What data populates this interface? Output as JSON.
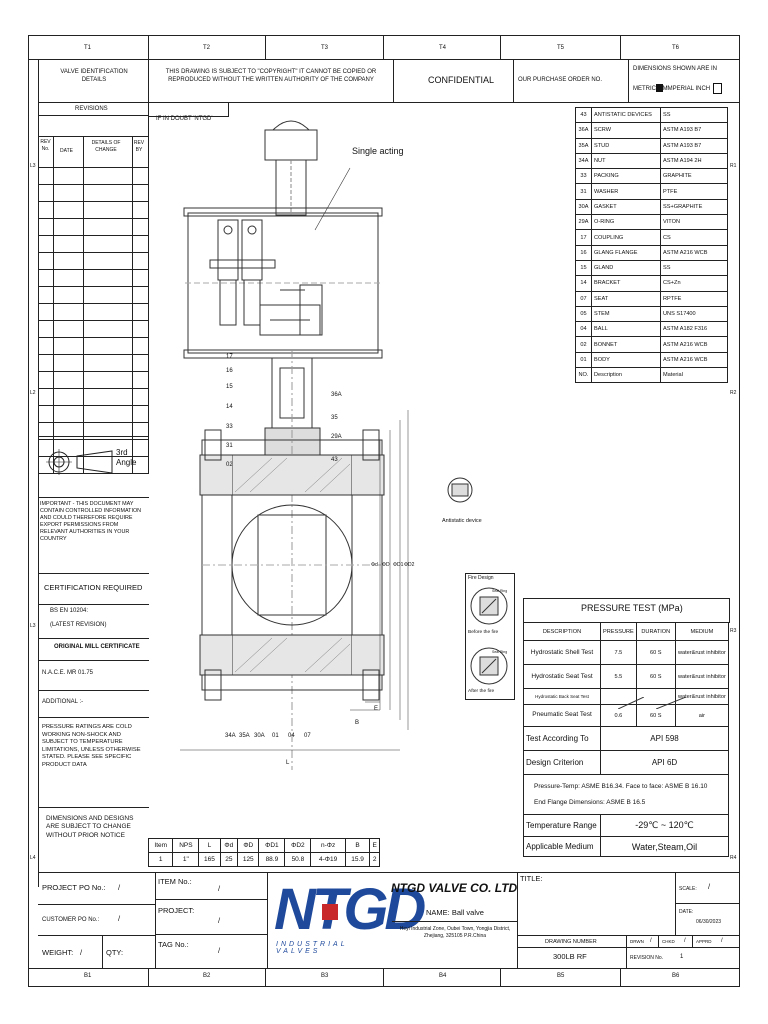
{
  "zones_top": [
    "1",
    "2",
    "3",
    "4",
    "5",
    "6"
  ],
  "zones_bottom": [
    "1",
    "2",
    "3",
    "4",
    "5",
    "6"
  ],
  "zones_left": [
    "3",
    "2",
    "3",
    "4"
  ],
  "zones_right": [
    "1",
    "2",
    "3",
    "4"
  ],
  "header": {
    "valve_id": "VALVE IDENTIFICATION DETAILS",
    "copyright": "THIS DRAWING IS SUBJECT TO \"COPYRIGHT\" IT CANNOT BE COPIED OR REPRODUCED WITHOUT THE WRITTEN AUTHORITY OF THE COMPANY",
    "confidential": "CONFIDENTIAL",
    "po": "OUR PURCHASE ORDER NO.",
    "dims_shown": "DIMENSIONS SHOWN ARE IN",
    "metric": "METRIC MM",
    "imperial": "IMPERIAL INCH"
  },
  "revisions": {
    "title": "REVISIONS",
    "if_in_doubt": "IF IN DOUBT 'NTGD'",
    "col_rev": "REV No.",
    "col_date": "DATE",
    "col_details": "DETAILS OF CHANGE",
    "col_by": "REV BY"
  },
  "projection": "3rd Angle",
  "important_note": "IMPORTANT - THIS DOCUMENT MAY CONTAIN CONTROLLED INFORMATION AND COULD THEREFORE REQUIRE EXPORT PERMISSIONS FROM RELEVANT AUTHORITIES IN YOUR COUNTRY",
  "certification": {
    "title": "CERTIFICATION REQUIRED",
    "bs": "BS EN 10204:",
    "bs2": "(LATEST REVISION)",
    "mill": "ORIGINAL MILL CERTIFICATE",
    "nace": "N.A.C.E. MR 01.75",
    "additional": "ADDITIONAL :-"
  },
  "pressure_note": "PRESSURE RATINGS ARE COLD WORKING NON-SHOCK AND SUBJECT TO TEMPERATURE LIMITATIONS, UNLESS OTHERWISE STATED. PLEASE SEE SPECIFIC PRODUCT DATA",
  "dims_note": "DIMENSIONS AND DESIGNS ARE SUBJECT TO CHANGE WITHOUT PRIOR NOTICE",
  "drawing_labels": {
    "single_acting": "Single acting",
    "antistatic": "Antistatic device",
    "fire_design": "Fire Design",
    "before_fire": "Before the fire",
    "after_fire": "After the fire",
    "seal_ring": "Seal Ring",
    "bal_B": "B",
    "bal_E": "E",
    "bal_L": "L",
    "left_balloons": [
      "17",
      "16",
      "15",
      "14",
      "33",
      "31",
      "02"
    ],
    "right_balloons": [
      "36A",
      "35",
      "29A",
      "43"
    ],
    "bottom_balloons": [
      "34A",
      "35A",
      "30A",
      "01",
      "04",
      "07"
    ],
    "vert_dims": [
      "Φd",
      "ΦD",
      "ΦD1",
      "ΦD2"
    ]
  },
  "bom": [
    {
      "no": "43",
      "desc": "ANTISTATIC DEVICES",
      "mat": "SS"
    },
    {
      "no": "36A",
      "desc": "SCRW",
      "mat": "ASTM A193 B7"
    },
    {
      "no": "35A",
      "desc": "STUD",
      "mat": "ASTM A193 B7"
    },
    {
      "no": "34A",
      "desc": "NUT",
      "mat": "ASTM A194 2H"
    },
    {
      "no": "33",
      "desc": "PACKING",
      "mat": "GRAPHITE"
    },
    {
      "no": "31",
      "desc": "WASHER",
      "mat": "PTFE"
    },
    {
      "no": "30A",
      "desc": "GASKET",
      "mat": "SS+GRAPHITE"
    },
    {
      "no": "29A",
      "desc": "O-RING",
      "mat": "VITON"
    },
    {
      "no": "17",
      "desc": "COUPLING",
      "mat": "CS"
    },
    {
      "no": "16",
      "desc": "GLANG FLANGE",
      "mat": "ASTM A216 WCB"
    },
    {
      "no": "15",
      "desc": "GLAND",
      "mat": "SS"
    },
    {
      "no": "14",
      "desc": "BRACKET",
      "mat": "CS+Zn"
    },
    {
      "no": "07",
      "desc": "SEAT",
      "mat": "RPTFE"
    },
    {
      "no": "05",
      "desc": "STEM",
      "mat": "UNS S17400"
    },
    {
      "no": "04",
      "desc": "BALL",
      "mat": "ASTM A182 F316"
    },
    {
      "no": "02",
      "desc": "BONNET",
      "mat": "ASTM A216 WCB"
    },
    {
      "no": "01",
      "desc": "BODY",
      "mat": "ASTM A216 WCB"
    },
    {
      "no": "NO.",
      "desc": "Description",
      "mat": "Material"
    }
  ],
  "pressure_test": {
    "title": "PRESSURE TEST (MPa)",
    "headers": [
      "DESCRIPTION",
      "PRESSURE",
      "DURATION",
      "MEDIUM"
    ],
    "rows": [
      [
        "Hydrostatic Shell Test",
        "7.5",
        "60 S",
        "water&rust inhibitor"
      ],
      [
        "Hydrostatic Seat Test",
        "5.5",
        "60 S",
        "water&rust inhibitor"
      ],
      [
        "Hydrostatic Back Seat Test",
        "",
        "",
        "water&rust inhibitor"
      ],
      [
        "Pneumatic Seat Test",
        "0.6",
        "60 S",
        "air"
      ]
    ],
    "test_according_label": "Test According To",
    "test_according": "API 598",
    "design_label": "Design Criterion",
    "design": "API 6D",
    "pt_line": "Pressure-Temp: ASME B16.34.  Face to face: ASME B 16.10",
    "end_flange": "End Flange Dimensions: ASME B 16.5",
    "temp_label": "Temperature Range",
    "temp": "-29℃ ~ 120℃",
    "medium_label": "Applicable Medium",
    "medium": "Water,Steam,Oil"
  },
  "dimensions": {
    "headers": [
      "Item",
      "NPS",
      "L",
      "Φd",
      "ΦD",
      "ΦD1",
      "ΦD2",
      "n-Φz",
      "B",
      "E"
    ],
    "row": [
      "1",
      "1\"",
      "165",
      "25",
      "125",
      "88.9",
      "50.8",
      "4-Φ19",
      "15.9",
      "2"
    ]
  },
  "title_block": {
    "project_po": "PROJECT PO No.:",
    "project_po_val": "/",
    "customer_po": "CUSTOMER PO No.:",
    "customer_po_val": "/",
    "weight": "WEIGHT:",
    "weight_val": "/",
    "qty": "QTY:",
    "item_no": "ITEM No.:",
    "item_val": "/",
    "project": "PROJECT:",
    "project_val": "/",
    "tag": "TAG No.:",
    "tag_val": "/",
    "logo_text": "NTGD",
    "logo_sub": "INDUSTRIAL VALVES",
    "company": "NTGD VALVE CO. LTD",
    "name": "NAME: Ball valve",
    "address": "Heyi Industrial Zone, Oubei Town, Yongjia District, Zhejiang, 325105 P.R.China",
    "title": "TITLE:",
    "scale": "SCALE:",
    "scale_val": "/",
    "date": "DATE:",
    "date_val": "06/30/2023",
    "drawing_number": "DRAWING NUMBER",
    "drawing_val": "300LB  RF",
    "drwn": "DRWN",
    "drwn_val": "/",
    "chkd": "CHKD",
    "chkd_val": "/",
    "apprd": "APPRD",
    "apprd_val": "/",
    "rev_no": "REVISION No.",
    "rev_val": "1"
  }
}
